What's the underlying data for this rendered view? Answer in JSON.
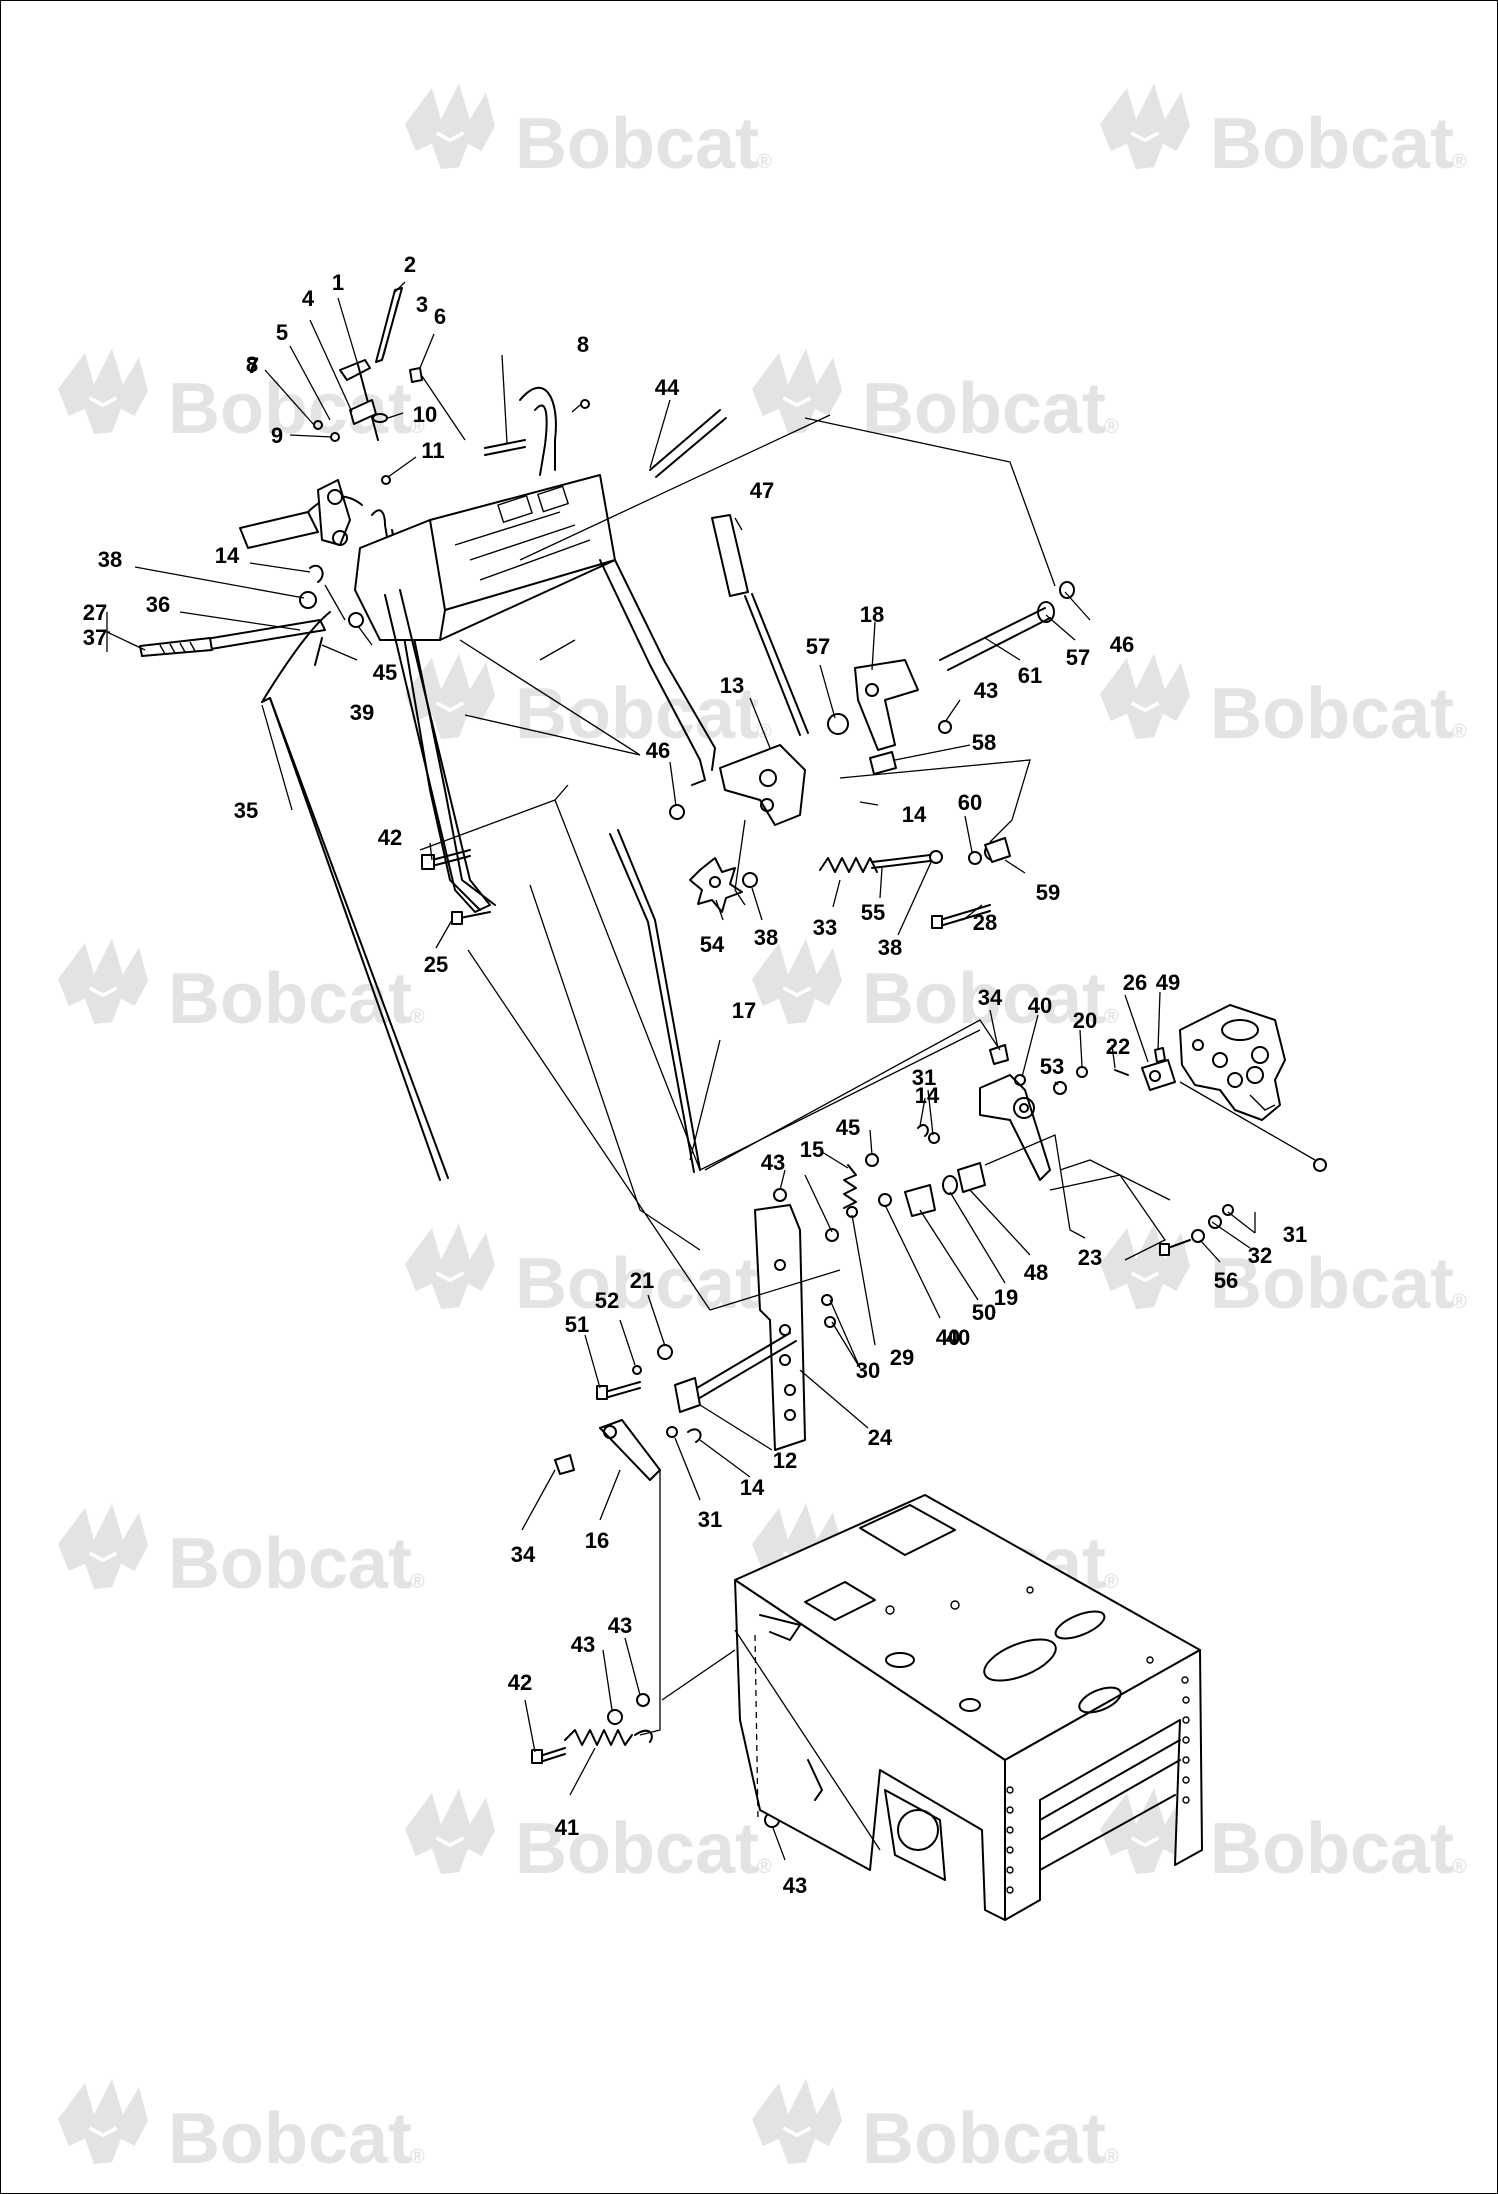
{
  "diagram": {
    "watermark": {
      "brand": "Bobcat",
      "mark": "®"
    },
    "callouts": [
      "1",
      "2",
      "3",
      "4",
      "5",
      "6",
      "7",
      "8",
      "8",
      "9",
      "10",
      "11",
      "44",
      "47",
      "38",
      "14",
      "27",
      "37",
      "36",
      "45",
      "39",
      "18",
      "57",
      "46",
      "57",
      "61",
      "43",
      "13",
      "58",
      "46",
      "14",
      "35",
      "42",
      "60",
      "25",
      "54",
      "38",
      "33",
      "55",
      "38",
      "28",
      "59",
      "17",
      "34",
      "40",
      "20",
      "26",
      "49",
      "22",
      "14",
      "31",
      "53",
      "45",
      "15",
      "43",
      "40",
      "23",
      "48",
      "19",
      "50",
      "40",
      "29",
      "31",
      "32",
      "56",
      "21",
      "52",
      "51",
      "30",
      "24",
      "12",
      "14",
      "31",
      "34",
      "16",
      "43",
      "43",
      "42",
      "41",
      "43"
    ]
  }
}
